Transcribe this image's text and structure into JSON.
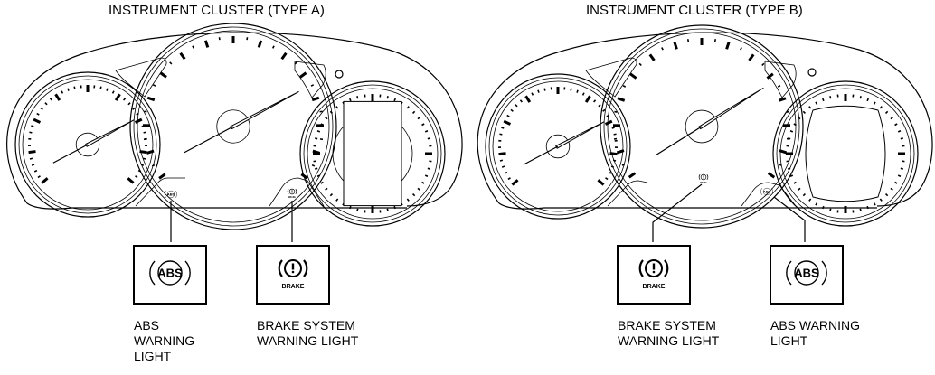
{
  "clusters": [
    {
      "title": "INSTRUMENT CLUSTER (TYPE A)",
      "callouts": [
        {
          "icon": "abs-warning-icon",
          "icon_text": "ABS",
          "label_lines": [
            "ABS",
            "WARNING",
            "LIGHT"
          ]
        },
        {
          "icon": "brake-warning-icon",
          "icon_text": "BRAKE",
          "label_lines": [
            "BRAKE SYSTEM",
            "WARNING LIGHT"
          ]
        }
      ]
    },
    {
      "title": "INSTRUMENT CLUSTER (TYPE B)",
      "callouts": [
        {
          "icon": "brake-warning-icon",
          "icon_text": "BRAKE",
          "label_lines": [
            "BRAKE SYSTEM",
            "WARNING LIGHT"
          ]
        },
        {
          "icon": "abs-warning-icon",
          "icon_text": "ABS",
          "label_lines": [
            "ABS WARNING",
            "LIGHT"
          ]
        }
      ]
    }
  ]
}
